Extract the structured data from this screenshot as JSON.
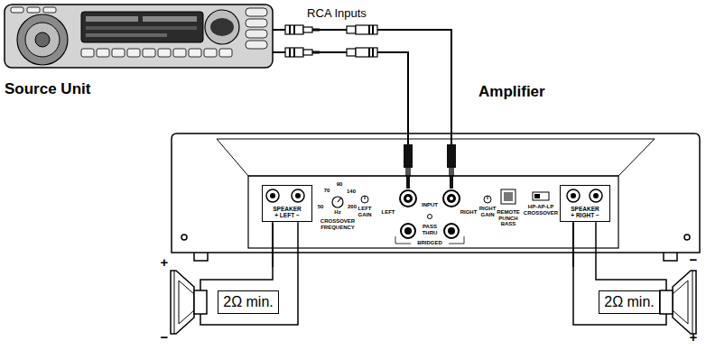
{
  "diagram": {
    "nodes": [
      {
        "text": [
          "Source Unit"
        ]
      },
      {
        "text": [
          "Amplifier"
        ]
      },
      {
        "text": [
          "SPEAKER + LEFT −"
        ],
        "in": 1
      },
      {
        "text": [
          "SPEAKER + RIGHT −"
        ],
        "in": 1
      },
      {
        "text": [
          "2Ω min."
        ]
      },
      {
        "text": [
          "2Ω min."
        ]
      }
    ],
    "edges": [
      {
        "from": 0,
        "to": 1,
        "label": "RCA Inputs",
        "arrow": "none"
      },
      {
        "from": 2,
        "to": 4,
        "arrow": "none"
      },
      {
        "from": 3,
        "to": 5,
        "arrow": "none"
      }
    ],
    "labels": [
      "50",
      "70",
      "90",
      "140",
      "200",
      "Hz",
      "CROSSOVER FREQUENCY",
      "LEFT GAIN",
      "INPUT",
      "LEFT",
      "RIGHT",
      "RIGHT GAIN",
      "PASS THRU",
      "BRIDGED",
      "REMOTE PUNCH BASS",
      "HP-AP-LP CROSSOVER",
      "+",
      "−",
      "−",
      "+"
    ]
  }
}
